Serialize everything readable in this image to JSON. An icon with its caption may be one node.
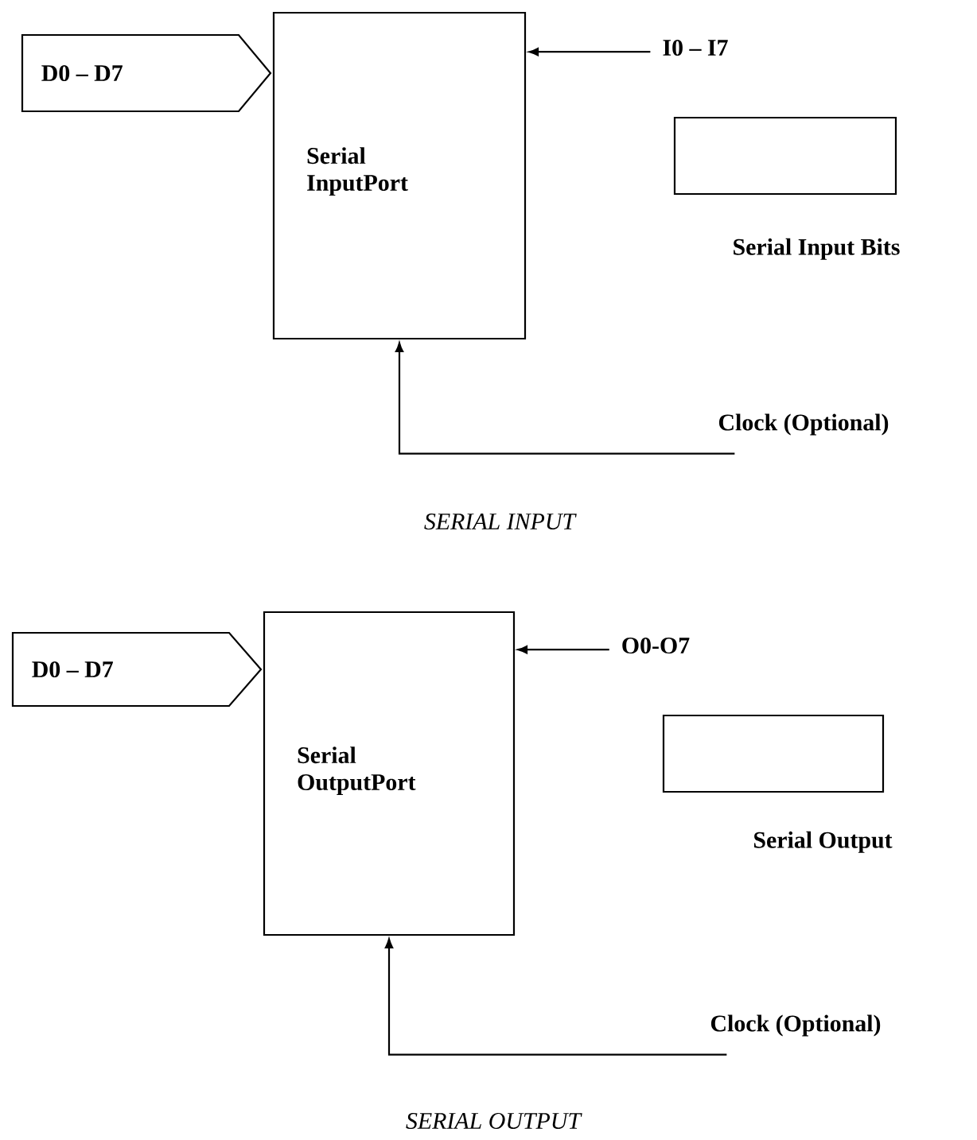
{
  "diagram": {
    "nodes": [
      {
        "text": [
          "D0 – D7"
        ]
      },
      {
        "text": [
          "Serial InputPort"
        ]
      },
      {
        "text": [
          "I0 – I7"
        ]
      },
      {
        "text": [],
        "shape": "box",
        "beside": [
          "Serial Input Bits"
        ]
      },
      {
        "text": [
          "Clock (Optional)"
        ]
      },
      {
        "text": [
          "D0 – D7"
        ]
      },
      {
        "text": [
          "Serial OutputPort"
        ]
      },
      {
        "text": [
          "O0-O7"
        ]
      },
      {
        "text": [],
        "shape": "box",
        "beside": [
          "Serial Output"
        ]
      },
      {
        "text": [
          "Clock (Optional)"
        ]
      }
    ],
    "edges": [
      {
        "from": 2,
        "to": 1,
        "arrow": "to"
      },
      {
        "from": 4,
        "to": 1,
        "arrow": "to"
      },
      {
        "from": 7,
        "to": 6,
        "arrow": "to"
      },
      {
        "from": 9,
        "to": 6,
        "arrow": "to"
      }
    ],
    "labels": [
      "SERIAL INPUT",
      "SERIAL OUTPUT"
    ]
  }
}
